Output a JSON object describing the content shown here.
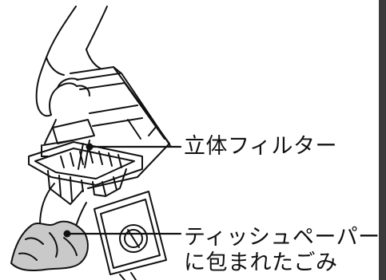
{
  "labels": {
    "filter": "立体フィルター",
    "tissue_line1": "ティッシュペーパー",
    "tissue_line2": "に包まれたごみ"
  },
  "colors": {
    "line": "#111111",
    "dust_fill": "#c9c9c9",
    "rule": "#3a3a3a"
  },
  "icons": {
    "hand": "hand-illustration",
    "dust_bin": "dust-bin-illustration",
    "filter": "3d-filter-illustration",
    "lid": "bin-lid-illustration",
    "trash": "tissue-wrapped-trash-illustration"
  }
}
